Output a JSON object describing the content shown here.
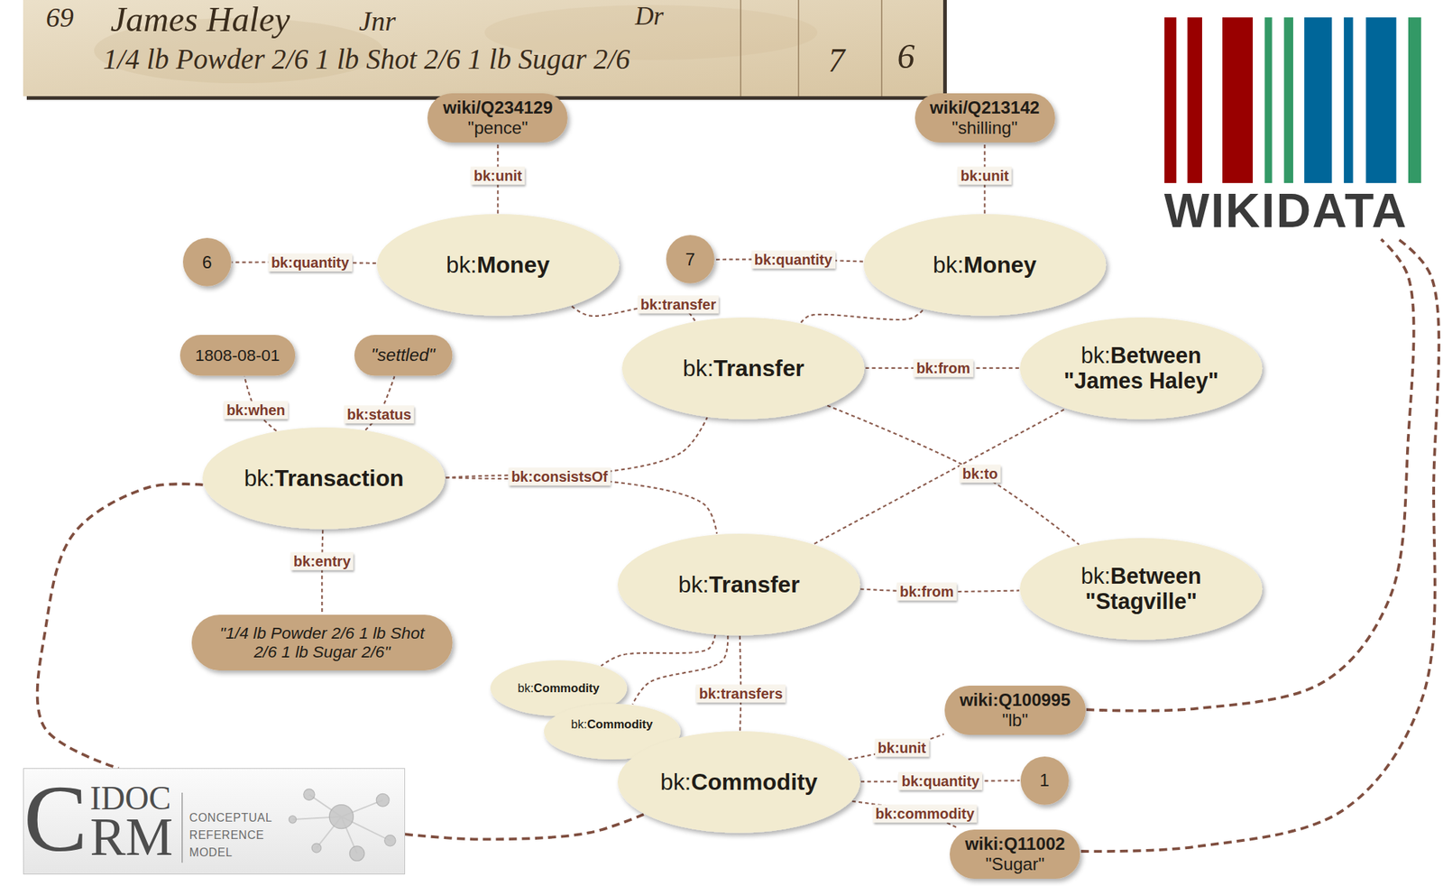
{
  "diagram": {
    "nodes": [
      {
        "text": [
          "wiki/Q234129",
          "\"pence\""
        ]
      },
      {
        "text": [
          "wiki/Q213142",
          "\"shilling\""
        ]
      },
      {
        "text": [
          "WIKIDATA"
        ]
      },
      {
        "text": [
          "6"
        ]
      },
      {
        "text": [
          "bk:Money"
        ]
      },
      {
        "text": [
          "7"
        ]
      },
      {
        "text": [
          "bk:Money"
        ]
      },
      {
        "text": [
          "1808-08-01"
        ]
      },
      {
        "text": [
          "\"settled\""
        ]
      },
      {
        "text": [
          "bk:Transfer"
        ]
      },
      {
        "text": [
          "bk:Between",
          "\"James Haley\""
        ]
      },
      {
        "text": [
          "bk:Transaction"
        ]
      },
      {
        "text": [
          "bk:Transfer"
        ]
      },
      {
        "text": [
          "bk:Between",
          "\"Stagville\""
        ]
      },
      {
        "text": [
          "\"1/4 lb Powder 2/6 1 lb Shot 2/6 1 lb Sugar 2/6\""
        ]
      },
      {
        "text": [
          "bk:Commodity"
        ]
      },
      {
        "text": [
          "bk:Commodity"
        ]
      },
      {
        "text": [
          "bk:Commodity"
        ]
      },
      {
        "text": [
          "wiki:Q100995",
          "\"lb\""
        ]
      },
      {
        "text": [
          "1"
        ]
      },
      {
        "text": [
          "wiki:Q11002",
          "\"Sugar\""
        ]
      },
      {
        "text": [
          "C",
          "IDOC",
          "RM",
          "CONCEPTUAL REFERENCE MODEL"
        ]
      }
    ],
    "edges": [
      {
        "from": 4,
        "to": 0,
        "label": "bk:unit",
        "arrow": "none"
      },
      {
        "from": 6,
        "to": 1,
        "label": "bk:unit",
        "arrow": "none"
      },
      {
        "from": 4,
        "to": 3,
        "label": "bk:quantity",
        "arrow": "none"
      },
      {
        "from": 6,
        "to": 5,
        "label": "bk:quantity",
        "arrow": "none"
      },
      {
        "from": 9,
        "to": 4,
        "label": "bk:transfer",
        "arrow": "none"
      },
      {
        "from": 9,
        "to": 6,
        "arrow": "none"
      },
      {
        "from": 9,
        "to": 10,
        "label": "bk:from",
        "arrow": "none"
      },
      {
        "from": 9,
        "to": 13,
        "label": "bk:to",
        "arrow": "none"
      },
      {
        "from": 12,
        "to": 10,
        "arrow": "none"
      },
      {
        "from": 12,
        "to": 13,
        "label": "bk:from",
        "arrow": "none"
      },
      {
        "from": 11,
        "to": 7,
        "label": "bk:when",
        "arrow": "none"
      },
      {
        "from": 11,
        "to": 8,
        "label": "bk:status",
        "arrow": "none"
      },
      {
        "from": 11,
        "to": 14,
        "label": "bk:entry",
        "arrow": "none"
      },
      {
        "from": 11,
        "to": 9,
        "label": "bk:consistsOf",
        "arrow": "none"
      },
      {
        "from": 11,
        "to": 12,
        "arrow": "none"
      },
      {
        "from": 12,
        "to": 15,
        "arrow": "none"
      },
      {
        "from": 12,
        "to": 16,
        "arrow": "none"
      },
      {
        "from": 12,
        "to": 17,
        "label": "bk:transfers",
        "arrow": "none"
      },
      {
        "from": 17,
        "to": 18,
        "label": "bk:unit",
        "arrow": "none"
      },
      {
        "from": 17,
        "to": 19,
        "label": "bk:quantity",
        "arrow": "none"
      },
      {
        "from": 17,
        "to": 20,
        "label": "bk:commodity",
        "arrow": "none"
      },
      {
        "from": 18,
        "to": 2,
        "arrow": "none"
      },
      {
        "from": 20,
        "to": 2,
        "arrow": "none"
      },
      {
        "from": 11,
        "to": 21,
        "arrow": "none"
      },
      {
        "from": 17,
        "to": 21,
        "arrow": "none"
      }
    ],
    "labels": [
      "69",
      "James Haley",
      "Jnr",
      "Dr",
      "1/4 lb Powder 2/6 1 lb Shot 2/6 1 lb Sugar 2/6",
      "7",
      "6"
    ]
  }
}
